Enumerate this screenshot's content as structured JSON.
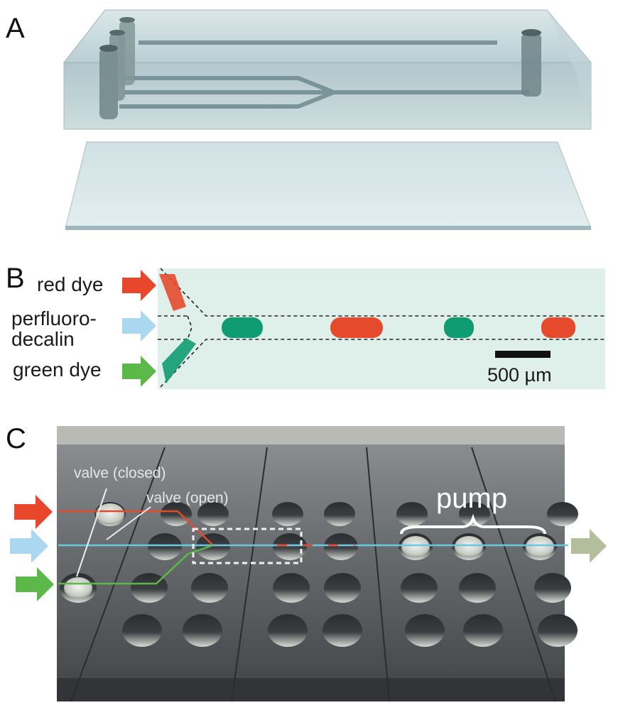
{
  "panels": {
    "a": {
      "letter": "A"
    },
    "b": {
      "letter": "B",
      "inputs": [
        {
          "label": "red dye",
          "color": "#e8472b"
        },
        {
          "label": "perfluoro-\ndecalin",
          "color": "#a9d8f0"
        },
        {
          "label": "green dye",
          "color": "#5cb848"
        }
      ],
      "scale_bar": "500 µm",
      "droplet_colors": {
        "red": "#e54a2c",
        "green": "#0f9c72"
      },
      "background": "#dff0ea"
    },
    "c": {
      "letter": "C",
      "labels": {
        "valve_closed": "valve (closed)",
        "valve_open": "valve (open)",
        "pump": "pump"
      },
      "inputs": [
        {
          "color": "#e8472b"
        },
        {
          "color": "#a9d8f0"
        },
        {
          "color": "#5cb848"
        }
      ],
      "output": {
        "color": "#b3bf9c"
      }
    }
  }
}
